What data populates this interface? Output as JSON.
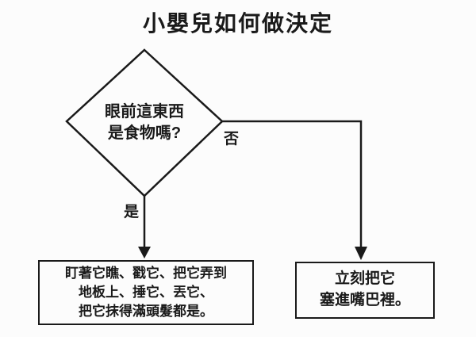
{
  "title": "小嬰兒如何做決定",
  "diagram": {
    "decision": {
      "line1": "眼前這東西",
      "line2": "是食物嗎?"
    },
    "labels": {
      "no": "否",
      "yes": "是"
    },
    "boxes": {
      "yes_action": {
        "line1": "盯著它瞧、戳它、把它弄到",
        "line2": "地板上、捶它、丟它、",
        "line3": "把它抹得滿頭髮都是。"
      },
      "no_action": {
        "line1": "立刻把它",
        "line2": "塞進嘴巴裡。"
      }
    },
    "colors": {
      "stroke": "#1a1a1a",
      "background": "#fcfcfc"
    }
  }
}
